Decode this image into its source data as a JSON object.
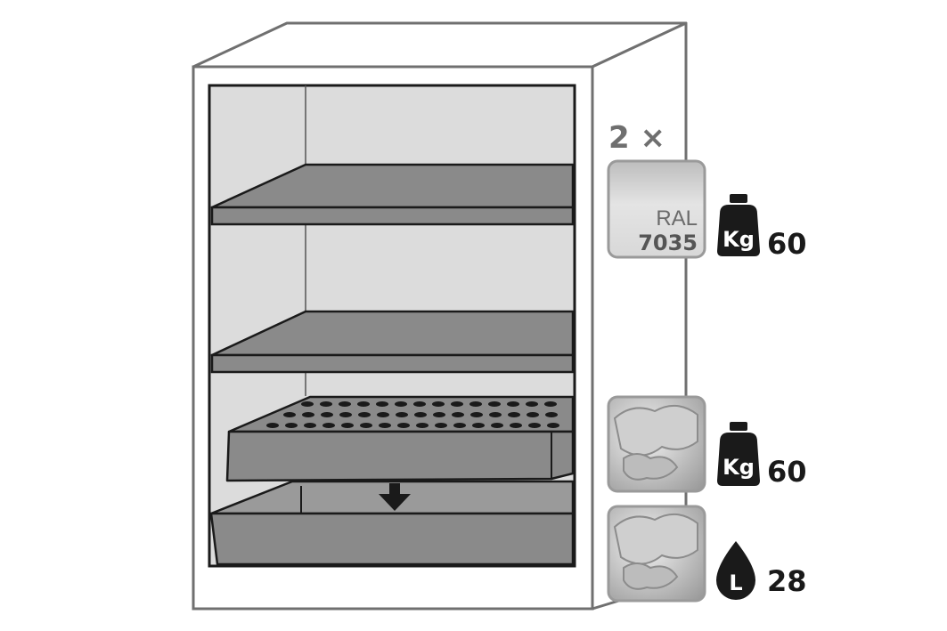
{
  "quantity": "2 ×",
  "ral": {
    "label": "RAL",
    "code": "7035",
    "color": "#c9c9c9"
  },
  "loads": [
    {
      "icon": "weight-icon",
      "unit": "Kg",
      "value": "60"
    },
    {
      "icon": "weight-icon",
      "unit": "Kg",
      "value": "60"
    },
    {
      "icon": "drop-icon",
      "unit": "L",
      "value": "28"
    }
  ],
  "colors": {
    "outline": "#6f6f6f",
    "interior": "#dcdcdc",
    "shelf": "#8a8a8a",
    "dark": "#1a1a1a"
  }
}
